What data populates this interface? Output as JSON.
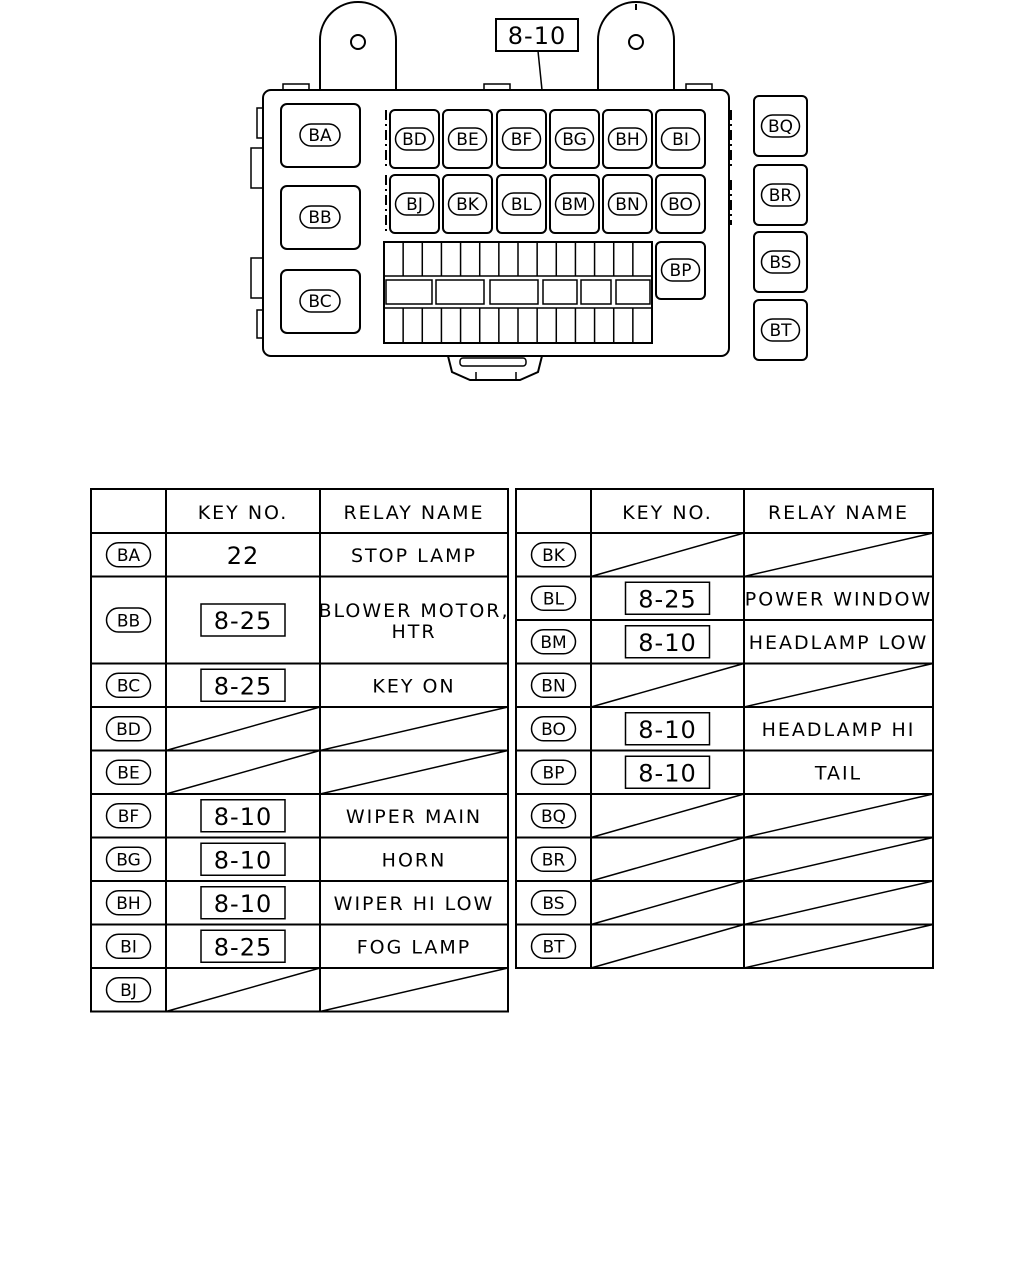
{
  "diagram": {
    "callout": "8-10",
    "main_relays": [
      "BA",
      "BB",
      "BC"
    ],
    "grid_row1": [
      "BD",
      "BE",
      "BF",
      "BG",
      "BH",
      "BI"
    ],
    "grid_row2": [
      "BJ",
      "BK",
      "BL",
      "BM",
      "BN",
      "BO"
    ],
    "side_relay": "BP",
    "external_relays": [
      "BQ",
      "BR",
      "BS",
      "BT"
    ]
  },
  "table": {
    "headers": {
      "key": "KEY NO.",
      "name": "RELAY NAME"
    },
    "left": [
      {
        "id": "BA",
        "key": "22",
        "key_style": "plain",
        "name": "STOP LAMP"
      },
      {
        "id": "BB",
        "key": "8-25",
        "key_style": "boxed",
        "name": "BLOWER MOTOR,",
        "name2": "HTR",
        "tall": true
      },
      {
        "id": "BC",
        "key": "8-25",
        "key_style": "boxed",
        "name": "KEY ON"
      },
      {
        "id": "BD",
        "key": "",
        "key_style": "none",
        "name": ""
      },
      {
        "id": "BE",
        "key": "",
        "key_style": "none",
        "name": ""
      },
      {
        "id": "BF",
        "key": "8-10",
        "key_style": "boxed",
        "name": "WIPER MAIN"
      },
      {
        "id": "BG",
        "key": "8-10",
        "key_style": "boxed",
        "name": "HORN"
      },
      {
        "id": "BH",
        "key": "8-10",
        "key_style": "boxed",
        "name": "WIPER HI LOW"
      },
      {
        "id": "BI",
        "key": "8-25",
        "key_style": "boxed",
        "name": "FOG LAMP"
      },
      {
        "id": "BJ",
        "key": "",
        "key_style": "none",
        "name": ""
      }
    ],
    "right": [
      {
        "id": "BK",
        "key": "",
        "key_style": "none",
        "name": ""
      },
      {
        "id": "BL",
        "key": "8-25",
        "key_style": "boxed",
        "name": "POWER WINDOW"
      },
      {
        "id": "BM",
        "key": "8-10",
        "key_style": "boxed",
        "name": "HEADLAMP LOW"
      },
      {
        "id": "BN",
        "key": "",
        "key_style": "none",
        "name": ""
      },
      {
        "id": "BO",
        "key": "8-10",
        "key_style": "boxed",
        "name": "HEADLAMP HI"
      },
      {
        "id": "BP",
        "key": "8-10",
        "key_style": "boxed",
        "name": "TAIL"
      },
      {
        "id": "BQ",
        "key": "",
        "key_style": "none",
        "name": ""
      },
      {
        "id": "BR",
        "key": "",
        "key_style": "none",
        "name": ""
      },
      {
        "id": "BS",
        "key": "",
        "key_style": "none",
        "name": ""
      },
      {
        "id": "BT",
        "key": "",
        "key_style": "none",
        "name": ""
      }
    ]
  }
}
